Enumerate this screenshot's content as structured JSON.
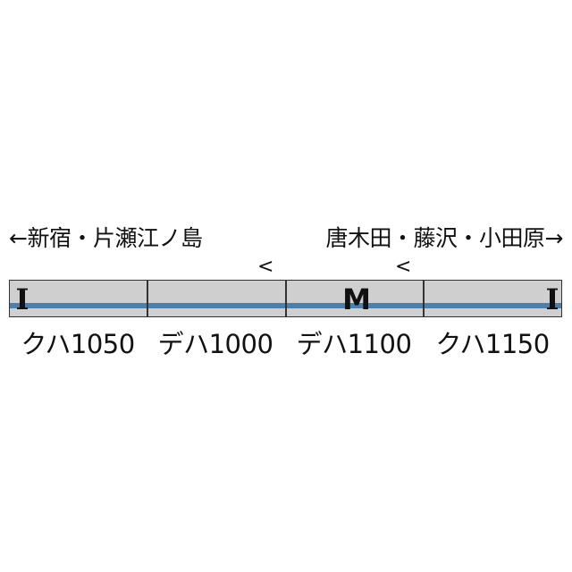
{
  "destinations": {
    "left": "←新宿・片瀬江ノ島",
    "right": "唐木田・藤沢・小田原→"
  },
  "train": {
    "body_color": "#cfcfcf",
    "stripe_color": "#4a7fae",
    "cars": [
      {
        "label": "クハ1050",
        "mark": "I"
      },
      {
        "label": "デハ1000",
        "pantograph": "<"
      },
      {
        "label": "デハ1100",
        "mark": "M",
        "pantograph": "<"
      },
      {
        "label": "クハ1150",
        "mark": "I"
      }
    ]
  }
}
